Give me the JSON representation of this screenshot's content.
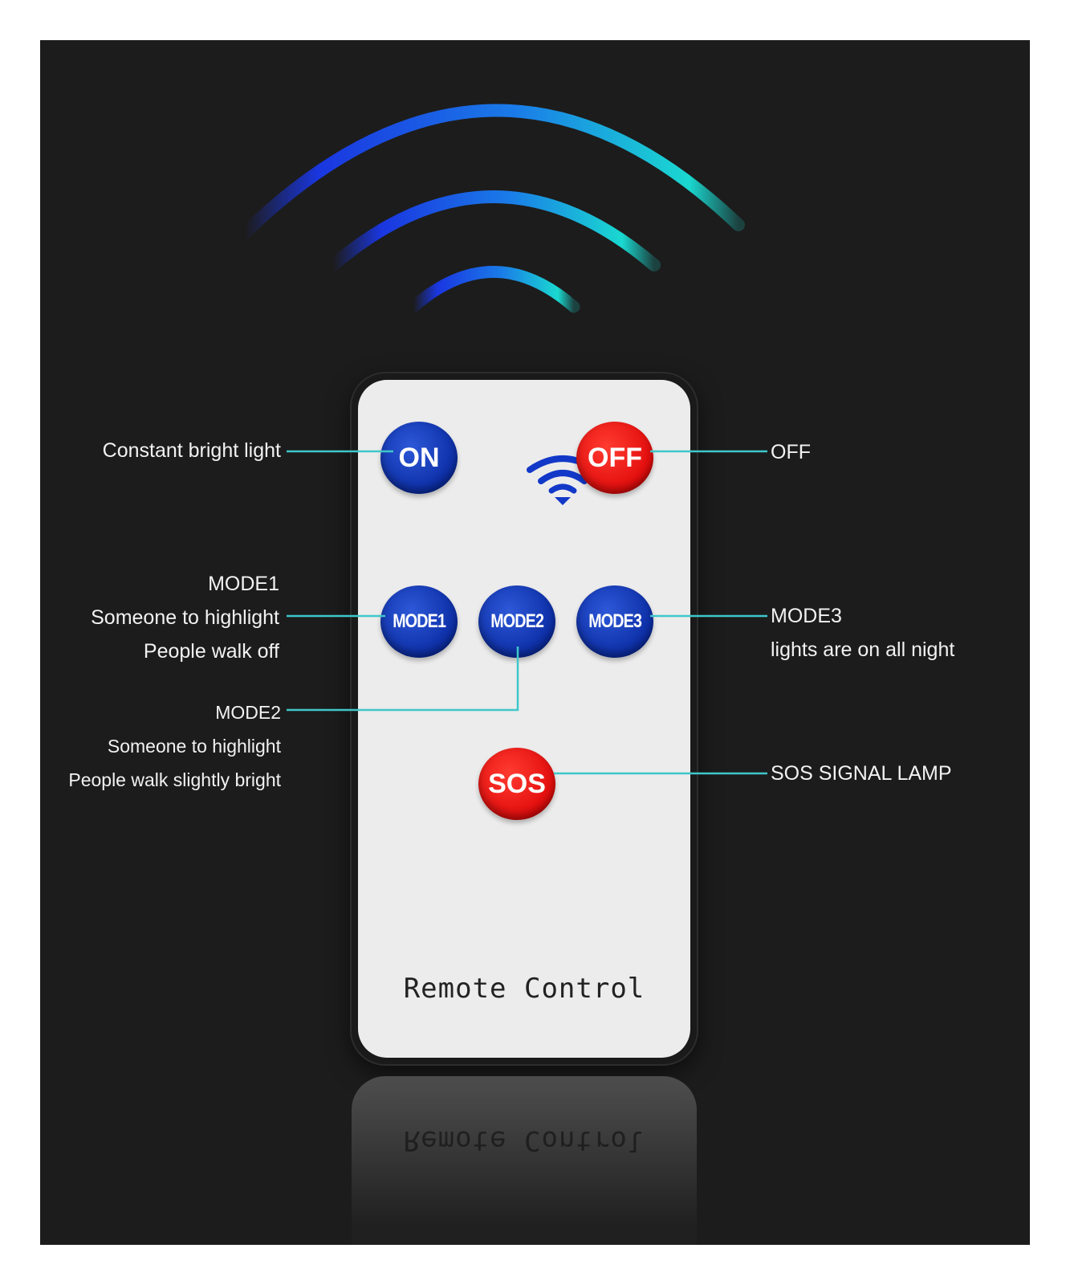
{
  "remote": {
    "title": "Remote Control",
    "buttons": {
      "on": "ON",
      "off": "OFF",
      "mode1": "MODE1",
      "mode2": "MODE2",
      "mode3": "MODE3",
      "sos": "SOS"
    }
  },
  "labels": {
    "on": "Constant bright light",
    "off": "OFF",
    "mode1": [
      "MODE1",
      "Someone to highlight",
      "People walk off"
    ],
    "mode2": [
      "MODE2",
      "Someone to highlight",
      "People walk slightly bright"
    ],
    "mode3": [
      "MODE3",
      "lights are on all night"
    ],
    "sos": "SOS SIGNAL LAMP"
  },
  "colors": {
    "background": "#1c1c1c",
    "callout_line": "#3fc7c9",
    "button_blue": "#0c2ea6",
    "button_red": "#e20c0c",
    "wave_start": "#1a36e0",
    "wave_end": "#1ad8d0"
  },
  "icons": [
    "signal-waves-icon",
    "wifi-icon"
  ]
}
